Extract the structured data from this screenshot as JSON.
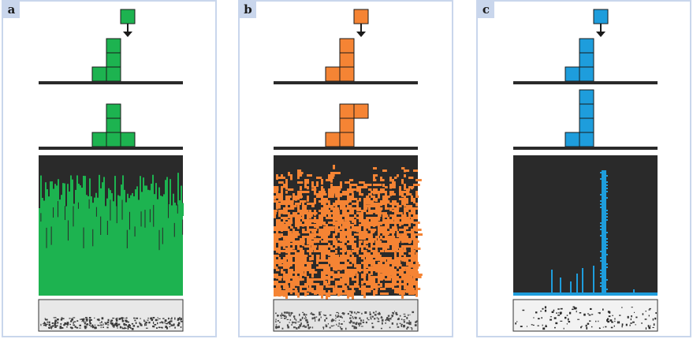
{
  "colors": {
    "frame": "#c9d6ec",
    "dark": "#2a2a2a",
    "panel_a": "#1db350",
    "panel_b": "#f58434",
    "panel_c": "#1e9ddc"
  },
  "panels": [
    {
      "label": "a",
      "color": "#1db350",
      "pattern": "columns-dense"
    },
    {
      "label": "b",
      "color": "#f58434",
      "pattern": "branching-mesh"
    },
    {
      "label": "c",
      "color": "#1e9ddc",
      "pattern": "sparse-needles"
    }
  ]
}
